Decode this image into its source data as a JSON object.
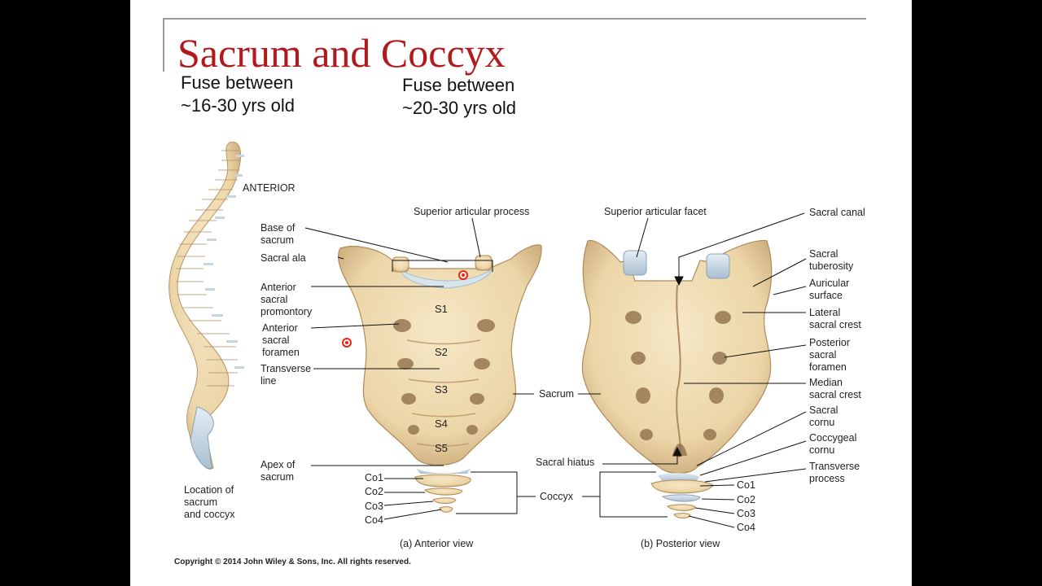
{
  "title": "Sacrum and Coccyx",
  "notes": {
    "sacrum_fuse": [
      "Fuse between",
      "~16-30 yrs old"
    ],
    "coccyx_fuse": [
      "Fuse between",
      "~20-30 yrs old"
    ]
  },
  "spine": {
    "anterior": "ANTERIOR",
    "location": [
      "Location of",
      "sacrum",
      "and coccyx"
    ]
  },
  "anterior_view": {
    "caption": "(a) Anterior view",
    "superior_articular_process": "Superior articular process",
    "base_of_sacrum": [
      "Base of",
      "sacrum"
    ],
    "sacral_ala": "Sacral ala",
    "anterior_sacral_promontory": [
      "Anterior",
      "sacral",
      "promontory"
    ],
    "anterior_sacral_foramen": [
      "Anterior",
      "sacral",
      "foramen"
    ],
    "transverse_line": [
      "Transverse",
      "line"
    ],
    "apex_of_sacrum": [
      "Apex of",
      "sacrum"
    ],
    "segments": [
      "S1",
      "S2",
      "S3",
      "S4",
      "S5"
    ],
    "coccyx_segments": [
      "Co1",
      "Co2",
      "Co3",
      "Co4"
    ]
  },
  "center_labels": {
    "sacrum": "Sacrum",
    "coccyx": "Coccyx",
    "sacral_hiatus": "Sacral hiatus"
  },
  "posterior_view": {
    "caption": "(b) Posterior view",
    "superior_articular_facet": "Superior articular facet",
    "sacral_canal": "Sacral canal",
    "sacral_tuberosity": [
      "Sacral",
      "tuberosity"
    ],
    "auricular_surface": [
      "Auricular",
      "surface"
    ],
    "lateral_sacral_crest": [
      "Lateral",
      "sacral crest"
    ],
    "posterior_sacral_foramen": [
      "Posterior",
      "sacral",
      "foramen"
    ],
    "median_sacral_crest": [
      "Median",
      "sacral crest"
    ],
    "sacral_cornu": [
      "Sacral",
      "cornu"
    ],
    "coccygeal_cornu": [
      "Coccygeal",
      "cornu"
    ],
    "transverse_process": [
      "Transverse",
      "process"
    ],
    "coccyx_segments": [
      "Co1",
      "Co2",
      "Co3",
      "Co4"
    ]
  },
  "copyright": "Copyright © 2014 John Wiley & Sons, Inc. All rights reserved.",
  "colors": {
    "title": "#b1191d",
    "bone": "#efdcb4",
    "bone_shadow": "#c9a878",
    "cartilage": "#c7d7e2"
  }
}
